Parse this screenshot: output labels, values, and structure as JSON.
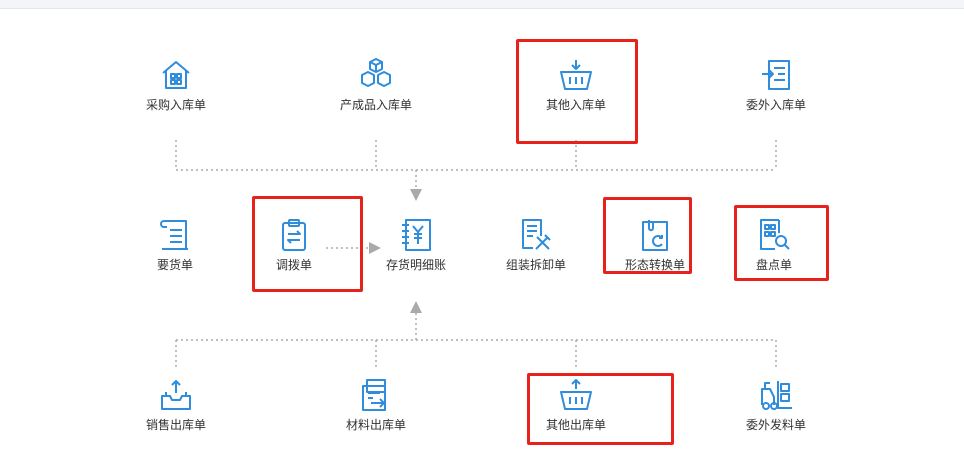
{
  "colors": {
    "icon": "#2f8ddb",
    "connector": "#aaaaaa",
    "highlight": "#e8211b"
  },
  "flow": {
    "top_row": [
      {
        "label": "采购入库单",
        "icon": "warehouse-house-icon"
      },
      {
        "label": "产成品入库单",
        "icon": "boxes-stack-icon"
      },
      {
        "label": "其他入库单",
        "icon": "basket-in-icon",
        "highlighted": true
      },
      {
        "label": "委外入库单",
        "icon": "list-import-icon"
      }
    ],
    "middle_row": [
      {
        "label": "要货单",
        "icon": "scroll-doc-icon"
      },
      {
        "label": "调拨单",
        "icon": "clipboard-transfer-icon",
        "highlighted": true
      },
      {
        "label": "存货明细账",
        "icon": "ledger-yen-icon"
      },
      {
        "label": "组装拆卸单",
        "icon": "doc-tools-icon"
      },
      {
        "label": "形态转换单",
        "icon": "doc-convert-icon",
        "highlighted": true
      },
      {
        "label": "盘点单",
        "icon": "doc-search-icon",
        "highlighted": true
      }
    ],
    "bottom_row": [
      {
        "label": "销售出库单",
        "icon": "tray-out-icon"
      },
      {
        "label": "材料出库单",
        "icon": "doc-stack-out-icon"
      },
      {
        "label": "其他出库单",
        "icon": "basket-out-icon",
        "highlighted": true
      },
      {
        "label": "委外发料单",
        "icon": "forklift-icon"
      }
    ]
  }
}
